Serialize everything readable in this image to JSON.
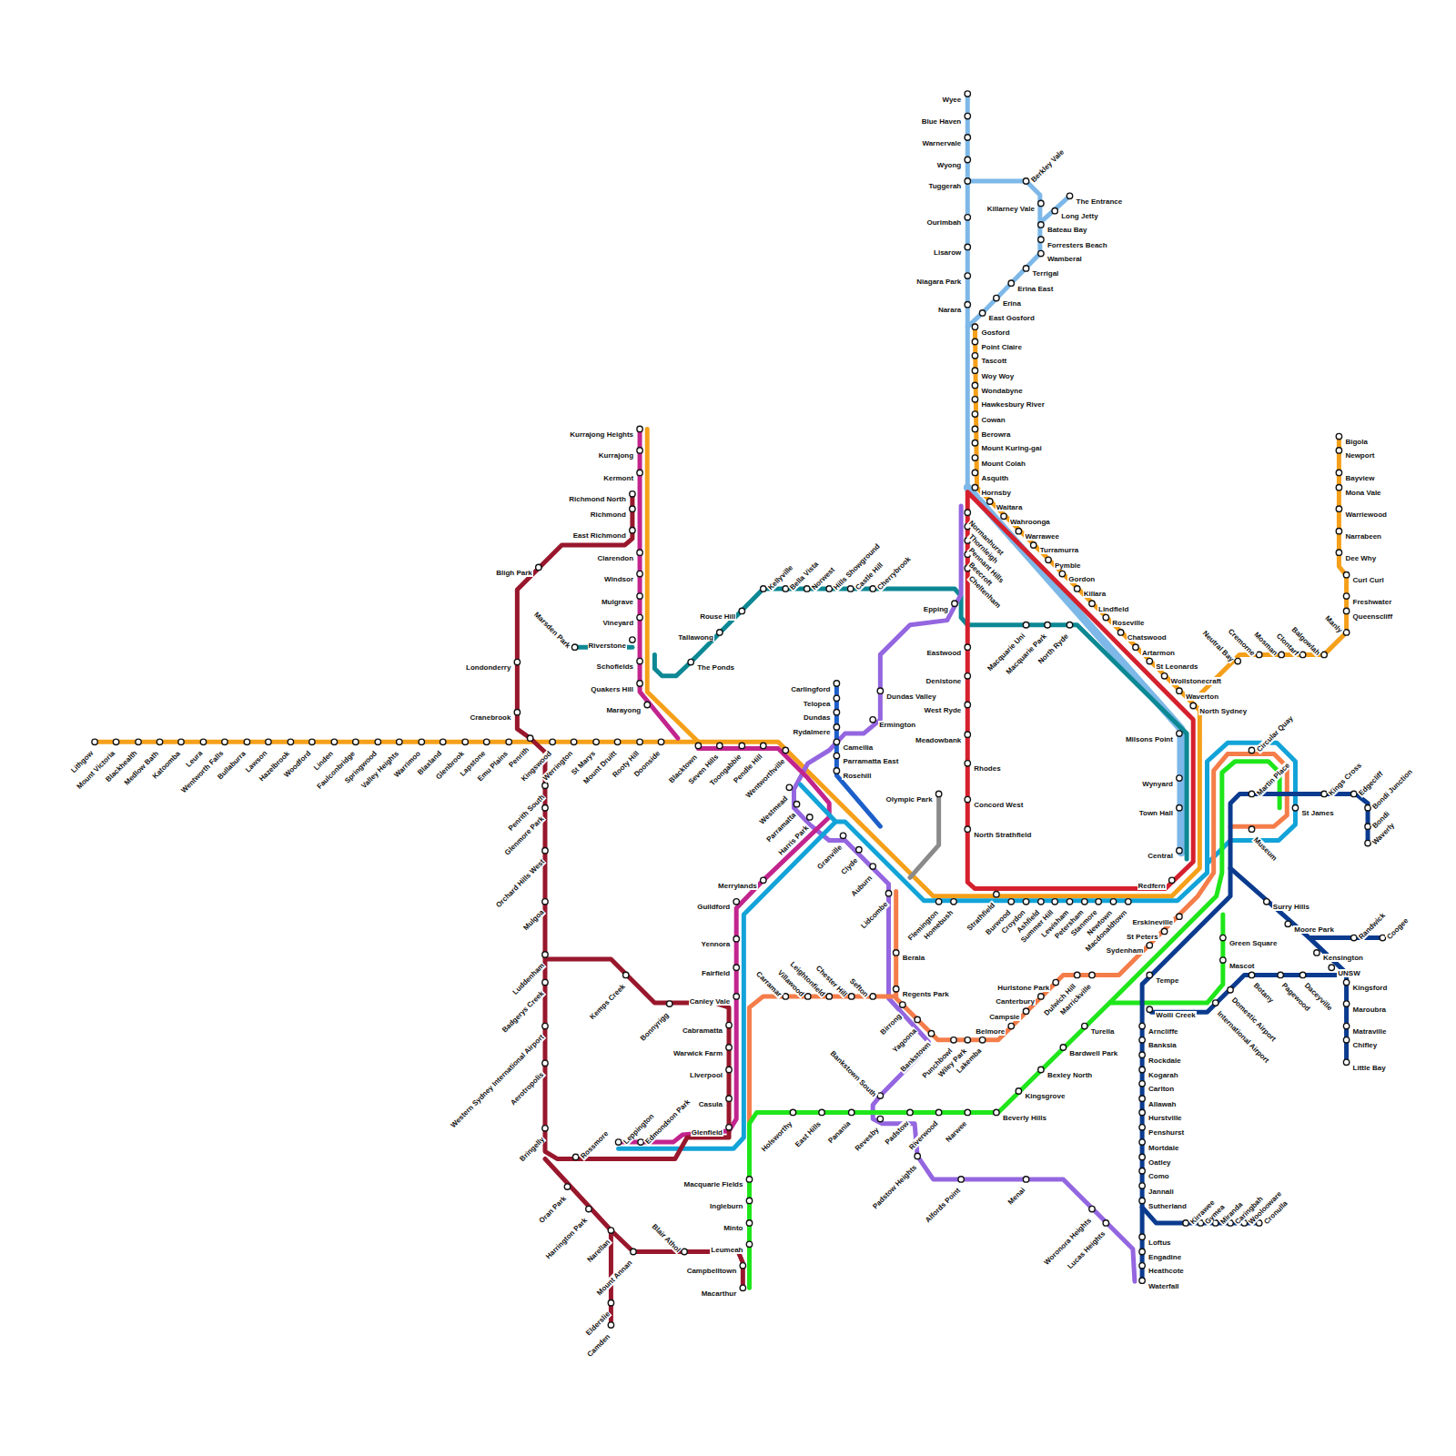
{
  "diagram": {
    "labels": [
      "Lithgow",
      "Mount Victoria",
      "Blackhealth",
      "Medlow Bath",
      "Katoomba",
      "Leura",
      "Wentworth Falls",
      "Bullaburra",
      "Lawson",
      "Hazelbrook",
      "Woodford",
      "Linden",
      "Faulconbridge",
      "Springwood",
      "Valley Heights",
      "Warrimoo",
      "Blaxland",
      "Glenbrook",
      "Lapstone",
      "Emu Plains",
      "Penrith",
      "Kingswood",
      "Werrington",
      "St Marys",
      "Mount Druitt",
      "Rooty Hill",
      "Doonside",
      "Blacktown",
      "Seven Hills",
      "Toongabbie",
      "Pendle Hill",
      "Wentworthville",
      "Westmead",
      "Parramatta",
      "Harris Park",
      "Kurrajong Heights",
      "Kurrajong",
      "Kermont",
      "Richmond North",
      "Richmond",
      "East Richmond",
      "Clarendon",
      "Windsor",
      "Mulgrave",
      "Vineyard",
      "Riverstone",
      "Schofields",
      "Quakers Hill",
      "Marayong",
      "Marsden Park",
      "The Ponds",
      "Tallawong",
      "Rouse Hill",
      "Kellyville",
      "Bella Vista",
      "Norwest",
      "Hills Showground",
      "Castle Hill",
      "Cherrybrook",
      "Bligh Park",
      "Londonderry",
      "Cranebrook",
      "Penrith South",
      "Glenmore Park",
      "Orchard Hills West",
      "Mulgoa",
      "Luddenham",
      "Badgerys Creek",
      "Western Sydney International Airport",
      "Aerotropolis",
      "Bringelly",
      "Kemps Creek",
      "Bonnyrigg",
      "Rossmore",
      "Leppington",
      "Edmondson Park",
      "Oran Park",
      "Harrington Park",
      "Narellan",
      "Mount Annan",
      "Elderslie",
      "Camden",
      "Blair Athol",
      "Merrylands",
      "Guildford",
      "Yennora",
      "Fairfield",
      "Canley Vale",
      "Cabramatta",
      "Warwick Farm",
      "LIverpool",
      "Casula",
      "Glenfield",
      "Macquarie Fields",
      "Ingleburn",
      "Minto",
      "Leumeah",
      "Campbelltown",
      "Macarthur",
      "Holsworthy",
      "East Hills",
      "Panania",
      "Revesby",
      "Padstow",
      "Riverwood",
      "Narwee",
      "Beverly Hills",
      "Kingsgrove",
      "Bexley North",
      "Bardwell Park",
      "Turella",
      "Wolli Creek",
      "International Airport",
      "Domestic Airport",
      "Mascot",
      "Green Square",
      "Tempe",
      "Carramar",
      "Villawood",
      "Leightonfield",
      "Chester Hill",
      "Sefton",
      "Regents Park",
      "Berala",
      "Birrong",
      "Yagoona",
      "Bankstown",
      "Punchbowl",
      "Wiley Park",
      "Lakemba",
      "Belmore",
      "Campsie",
      "Canterbury",
      "Hurlstone Park",
      "Dulwich Hill",
      "Marrickville",
      "Sydenham",
      "St Peters",
      "Erskineville",
      "Redfern",
      "Bankstown South",
      "Padstow Heights",
      "Alfords Point",
      "Menai",
      "Woronora Heights",
      "Lucas Heights",
      "Arncliffe",
      "Banksia",
      "Rockdale",
      "Kogarah",
      "Carlton",
      "Allawah",
      "Hurstville",
      "Penshurst",
      "Mortdale",
      "Oatley",
      "Como",
      "Jannali",
      "Sutherland",
      "Loftus",
      "Engadine",
      "Heathcote",
      "Waterfall",
      "Kirrawee",
      "Gymea",
      "Miranda",
      "Caringbah",
      "Woolooware",
      "Cronulla",
      "Surry Hills",
      "Moore Park",
      "Randwick",
      "Coogee",
      "Kensington",
      "UNSW",
      "Kingsford",
      "Maroubra",
      "Matraville",
      "Chifley",
      "Little Bay",
      "Botany",
      "Pagewood",
      "Daceyville",
      "Kings Cross",
      "Edgecliff",
      "Bondi Junction",
      "Bondi",
      "Waverly",
      "Circular Quay",
      "Martin Place",
      "St James",
      "Museum",
      "Milsons Point",
      "Wynyard",
      "Town Hall",
      "Central",
      "North Sydney",
      "Waverton",
      "Wollstonecraft",
      "St Leonards",
      "Artarmon",
      "Chatswood",
      "Roseville",
      "Lindfield",
      "Killara",
      "Gordon",
      "Pymble",
      "Turramurra",
      "Warrawee",
      "Wahroonga",
      "Waitara",
      "Neutral Bay",
      "Cremorne",
      "Mosman",
      "Clontarf",
      "Balgowlah",
      "Manly",
      "Queenscliff",
      "Freshwater",
      "Curl Curl",
      "Dee Why",
      "Narrabeen",
      "Warriewood",
      "Mona Vale",
      "Bayview",
      "Newport",
      "Bigola",
      "Wyee",
      "Blue Haven",
      "Warnervale",
      "Wyong",
      "Tuggerah",
      "Ourimbah",
      "Lisarow",
      "Niagara Park",
      "Narara",
      "Berkley Vale",
      "Killarney Vale",
      "The Entrance",
      "Long Jetty",
      "Bateau Bay",
      "Forresters Beach",
      "Wamberal",
      "Terrigal",
      "Erina East",
      "Erina",
      "East Gosford",
      "Gosford",
      "Point Claire",
      "Tascott",
      "Woy Woy",
      "Wondabyne",
      "Hawkesbury River",
      "Cowan",
      "Berowra",
      "Mount Kuring-gai",
      "Mount Colah",
      "Asquith",
      "Hornsby",
      "Normanhurst",
      "Thornleigh",
      "Pennant Hills",
      "Beecroft",
      "Cheltenham",
      "Epping",
      "Eastwood",
      "Denistone",
      "West Ryde",
      "Meadowbank",
      "Rhodes",
      "Concord West",
      "North Strathfield",
      "Macquarie Uni",
      "Macquarie Park",
      "North Ryde",
      "Carlingford",
      "Telopea",
      "Dundas",
      "Rydalmere",
      "Camellia",
      "Parramatta East",
      "Rosehill",
      "Dundas Valley",
      "Ermington",
      "Olympic Park",
      "Granville",
      "Clyde",
      "Auburn",
      "Lidcombe",
      "Flemington",
      "Homebush",
      "Strathfield",
      "Burwood",
      "Croydon",
      "Ashfield",
      "Summer Hill",
      "Lewisham",
      "Petersham",
      "Stanmore",
      "Newtown",
      "Macdonaldtown"
    ]
  }
}
